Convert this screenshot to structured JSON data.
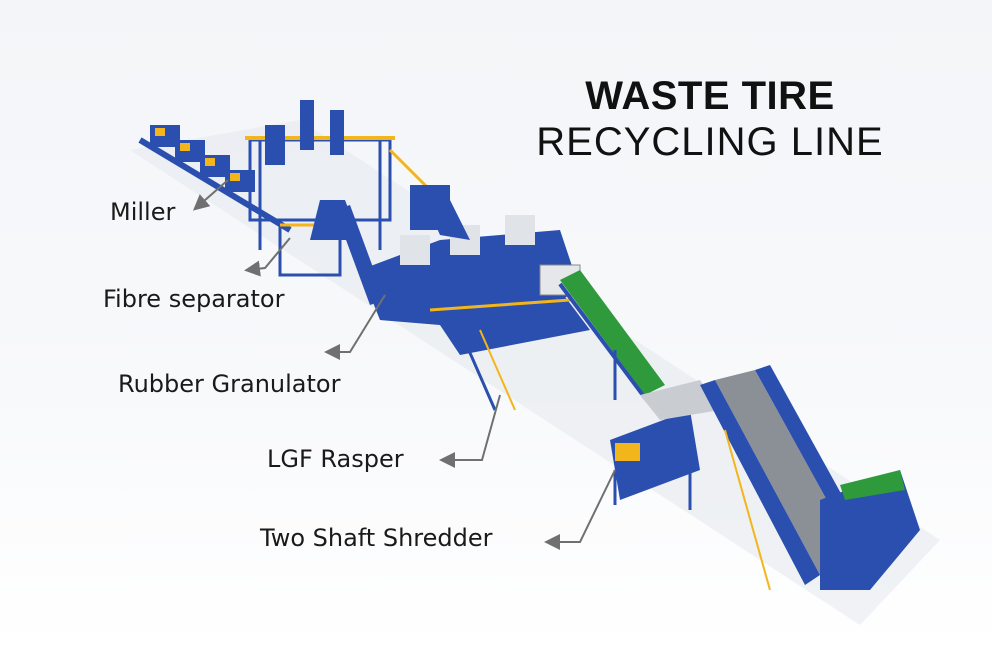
{
  "title": {
    "line1": "WASTE TIRE",
    "line2": "RECYCLING  LINE"
  },
  "labels": {
    "miller": "Miller",
    "fibre_separator": "Fibre separator",
    "rubber_granulator": "Rubber Granulator",
    "lgf_rasper": "LGF Rasper",
    "two_shaft_shredder": "Two Shaft Shredder"
  },
  "colors": {
    "machine_blue": "#2b4fae",
    "accent_yellow": "#f2b51c",
    "conveyor_green": "#2e9a3c",
    "arrow_gray": "#707070"
  }
}
